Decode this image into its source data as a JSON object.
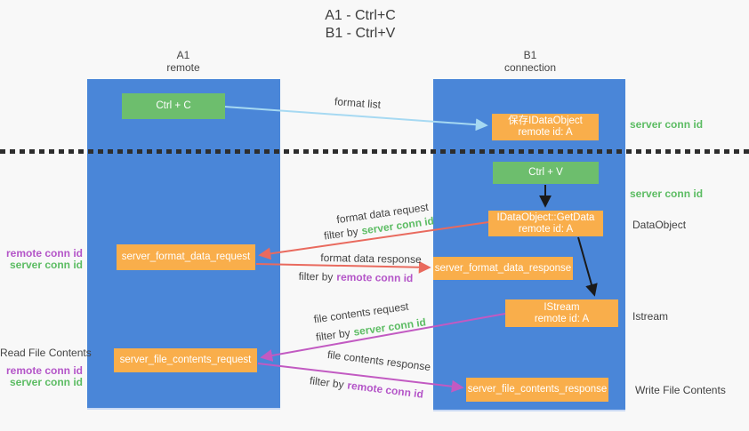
{
  "title": {
    "line1": "A1 - Ctrl+C",
    "line2": "B1 - Ctrl+V"
  },
  "columns": {
    "a1": {
      "title": "A1",
      "subtitle": "remote"
    },
    "b1": {
      "title": "B1",
      "subtitle": "connection"
    }
  },
  "nodes": {
    "ctrl_c": {
      "label": "Ctrl + C"
    },
    "save_idataobject": {
      "line1": "保存IDataObject",
      "line2": "remote id: A"
    },
    "ctrl_v": {
      "label": "Ctrl + V"
    },
    "getdata": {
      "line1": "IDataObject::GetData",
      "line2": "remote id: A"
    },
    "format_request": {
      "label": "server_format_data_request"
    },
    "format_response": {
      "label": "server_format_data_response"
    },
    "istream": {
      "line1": "IStream",
      "line2": "remote id: A"
    },
    "file_request": {
      "label": "server_file_contents_request"
    },
    "file_response": {
      "label": "server_file_contents_response"
    }
  },
  "arrow_labels": {
    "format_list": "format list",
    "format_data_request": "format data request",
    "format_data_response": "format data response",
    "file_contents_request": "file contents request",
    "file_contents_response": "file contents response",
    "filter_by": "filter by",
    "server_conn_id": "server conn id",
    "remote_conn_id": "remote conn id"
  },
  "side_labels": {
    "server_conn_id": "server conn id",
    "remote_conn_id": "remote conn id",
    "dataobject": "DataObject",
    "istream": "Istream",
    "read_file_contents": "Read File Contents",
    "write_file_contents": "Write File Contents"
  },
  "colors": {
    "column_blue": "#4a86d8",
    "node_green": "#6dbe6d",
    "node_orange": "#f9ae4b",
    "arrow_light_blue": "#a6d9f2",
    "arrow_red": "#e96a5e",
    "arrow_magenta": "#c25ac2",
    "arrow_black": "#1a1a1a",
    "text_green": "#5cbc63",
    "text_purple": "#b455c8",
    "divider_black": "#2d2d2d"
  }
}
